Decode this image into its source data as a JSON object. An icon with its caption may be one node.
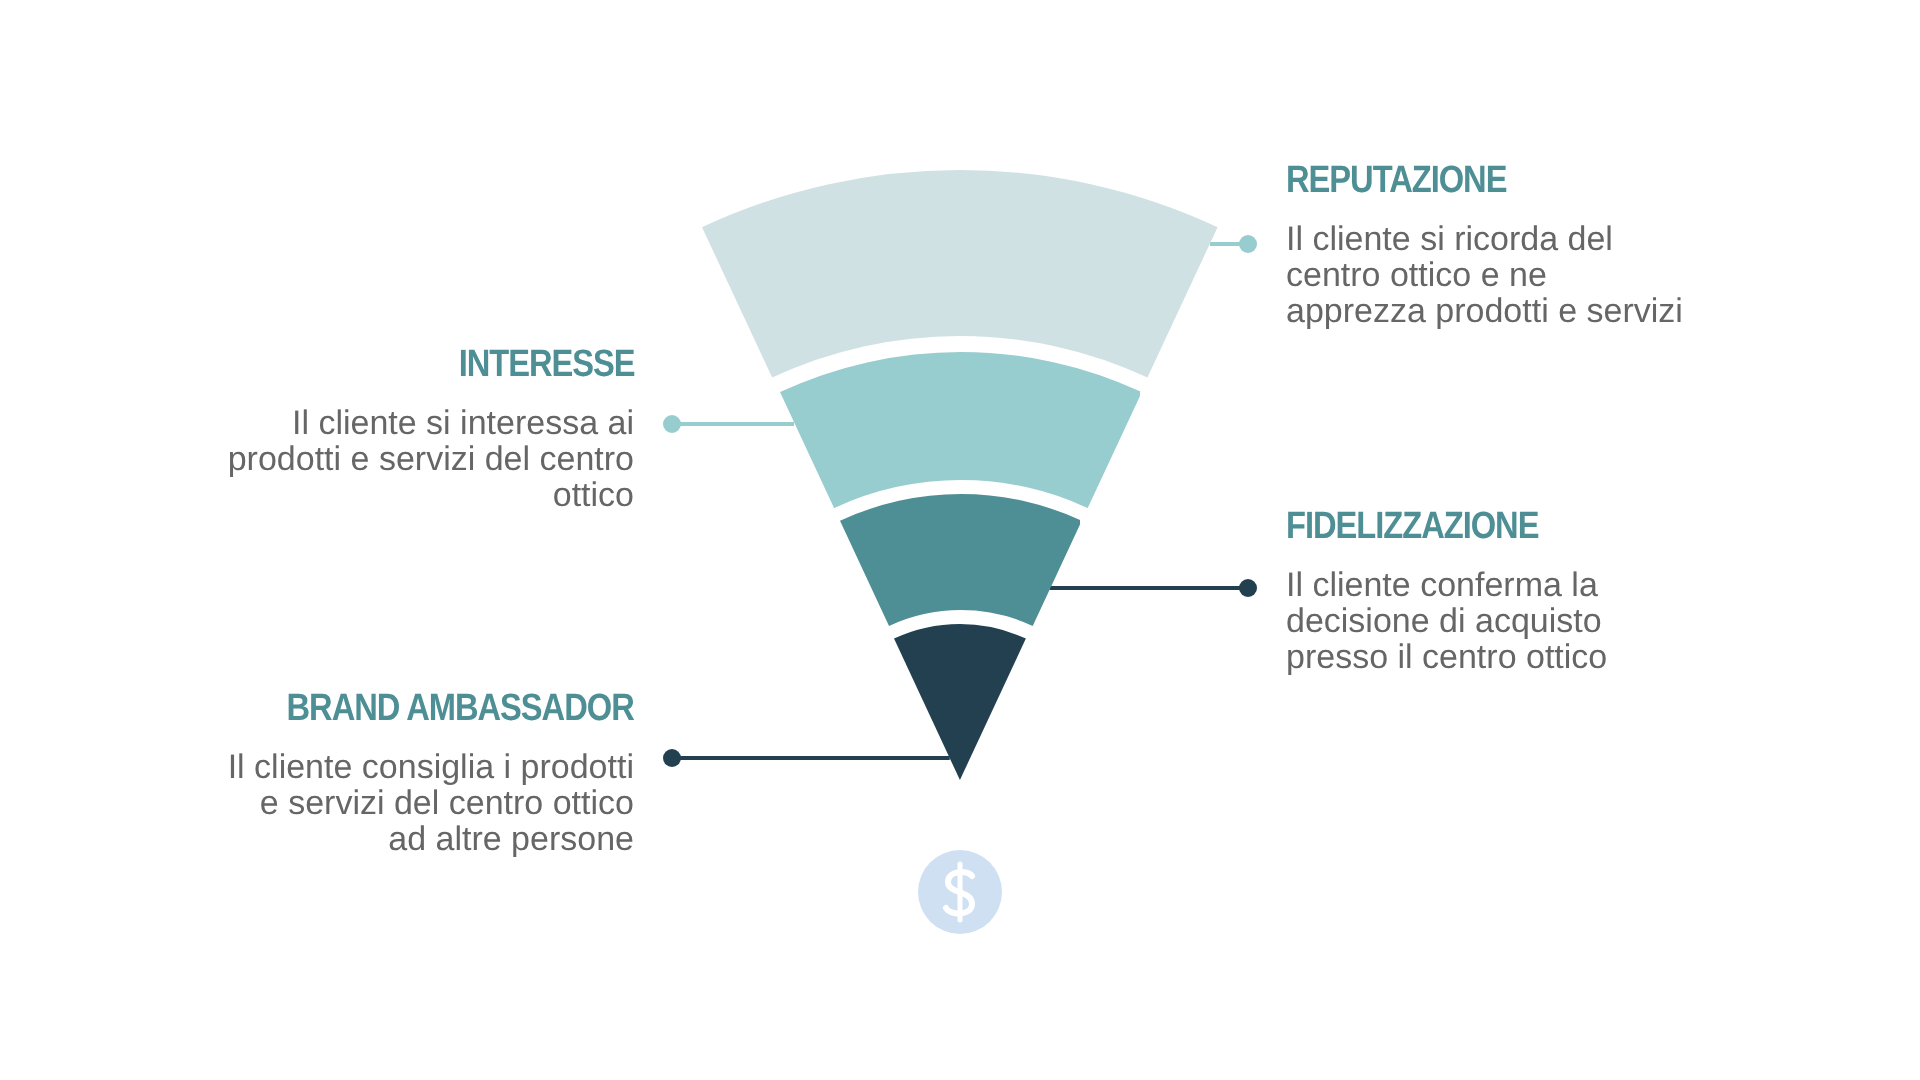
{
  "diagram": {
    "nodes": [
      {
        "text": [],
        "shape": "band"
      },
      {
        "text": [],
        "shape": "band"
      },
      {
        "text": [],
        "shape": "band"
      },
      {
        "text": [],
        "shape": "band"
      },
      {
        "text": [
          "REPUTAZIONE",
          "Il cliente si ricorda del centro ottico e ne apprezza prodotti e servizi"
        ]
      },
      {
        "text": [
          "INTERESSE",
          "Il cliente si interessa ai prodotti e servizi del centro ottico"
        ]
      },
      {
        "text": [
          "FIDELIZZAZIONE",
          "Il cliente conferma la decisione di acquisto presso il centro ottico"
        ]
      },
      {
        "text": [
          "BRAND AMBASSADOR",
          "Il cliente consiglia i prodotti e servizi del centro ottico ad altre persone"
        ]
      }
    ],
    "edges": [
      {
        "from": 4,
        "to": 0,
        "arrow": "other",
        "color": "#98cdcf"
      },
      {
        "from": 5,
        "to": 1,
        "arrow": "other",
        "color": "#98cdcf"
      },
      {
        "from": 6,
        "to": 2,
        "arrow": "other",
        "color": "#22404f"
      },
      {
        "from": 7,
        "to": 3,
        "arrow": "other",
        "color": "#22404f"
      }
    ]
  }
}
